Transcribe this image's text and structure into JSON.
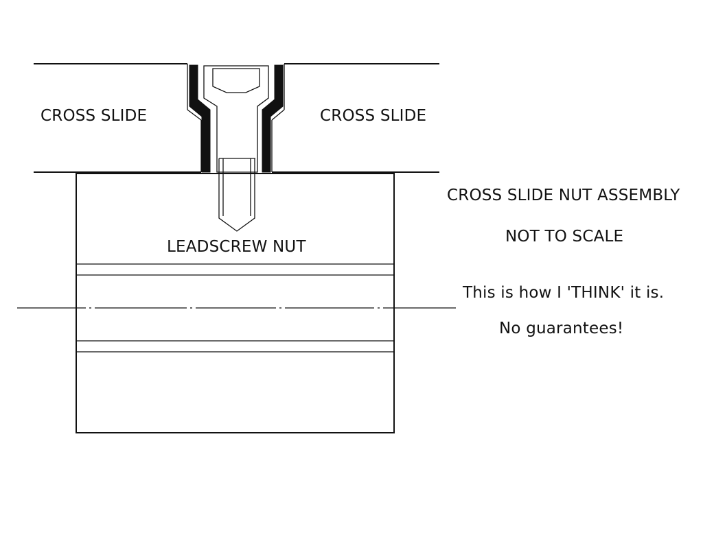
{
  "labels": {
    "cross_slide_left": "CROSS SLIDE",
    "cross_slide_right": "CROSS SLIDE",
    "leadscrew_nut": "LEADSCREW NUT"
  },
  "notes": {
    "title": "CROSS SLIDE NUT ASSEMBLY",
    "scale": "NOT TO SCALE",
    "disclaimer_1": "This is how I 'THINK' it is.",
    "disclaimer_2": "No guarantees!"
  },
  "colors": {
    "line": "#111111",
    "background": "#ffffff"
  }
}
